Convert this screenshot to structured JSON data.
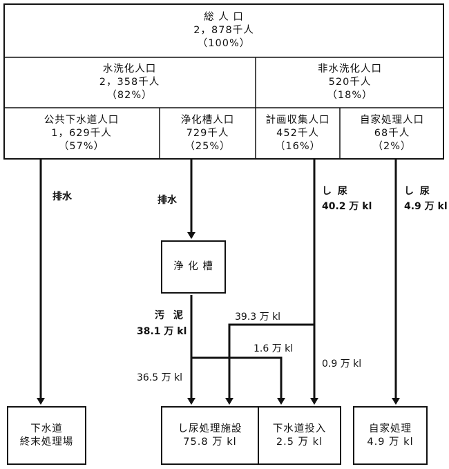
{
  "total": {
    "label": "総 人 口",
    "value": "2，878千人",
    "pct": "（100%）"
  },
  "flush": {
    "label": "水洗化人口",
    "value": "2，358千人",
    "pct": "（82%）"
  },
  "nonflush": {
    "label": "非水洗化人口",
    "value": "520千人",
    "pct": "（18%）"
  },
  "sewer_pop": {
    "label": "公共下水道人口",
    "value": "1，629千人",
    "pct": "（57%）"
  },
  "septic_pop": {
    "label": "浄化槽人口",
    "value": "729千人",
    "pct": "（25%）"
  },
  "planned_pop": {
    "label": "計画収集人口",
    "value": "452千人",
    "pct": "（16%）"
  },
  "self_pop": {
    "label": "自家処理人口",
    "value": "68千人",
    "pct": "（2%）"
  },
  "labels": {
    "drain_1": "排水",
    "drain_2": "排水",
    "night_soil_1": "し 尿",
    "night_soil_1_amt": "40.2 万 kl",
    "night_soil_2": "し 尿",
    "night_soil_2_amt": "4.9 万 kl",
    "sludge": "汚 泥",
    "sludge_amt": "38.1 万 kl",
    "flow_393": "39.3 万 kl",
    "flow_16": "1.6 万 kl",
    "flow_09": "0.9 万 kl",
    "flow_365": "36.5 万 kl"
  },
  "septic_tank": "浄 化 槽",
  "sewer_plant": {
    "line1": "下水道",
    "line2": "終末処理場"
  },
  "nightsoil_plant": {
    "label": "し尿処理施設",
    "amount": "75.8 万 kl"
  },
  "sewer_input": {
    "label": "下水道投入",
    "amount": "2.5 万 kl"
  },
  "self_disposal": {
    "label": "自家処理",
    "amount": "4.9 万 kl"
  }
}
